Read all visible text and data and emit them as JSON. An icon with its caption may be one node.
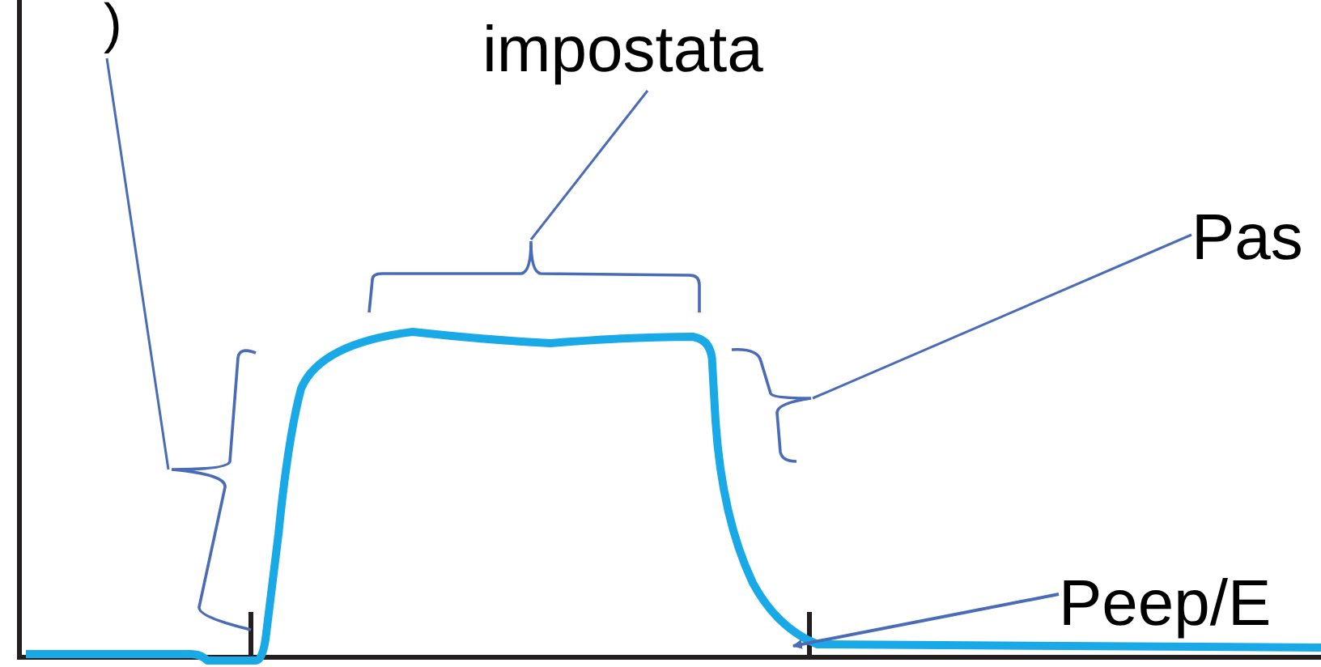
{
  "diagram": {
    "nodes": [
      {
        "text": [
          ")"
        ]
      },
      {
        "text": [
          "impostata"
        ]
      },
      {
        "text": [
          "Pas"
        ]
      },
      {
        "text": [
          "Peep/E"
        ]
      },
      {
        "text": [],
        "shape": "brace"
      },
      {
        "text": [],
        "shape": "brace"
      },
      {
        "text": [],
        "shape": "brace"
      }
    ],
    "edges": [
      {
        "from": 0,
        "to": 4,
        "arrow": "none"
      },
      {
        "from": 1,
        "to": 5,
        "arrow": "none"
      },
      {
        "from": 2,
        "to": 6,
        "arrow": "none"
      },
      {
        "from": 3,
        "to": null,
        "arrow": "to"
      }
    ]
  }
}
